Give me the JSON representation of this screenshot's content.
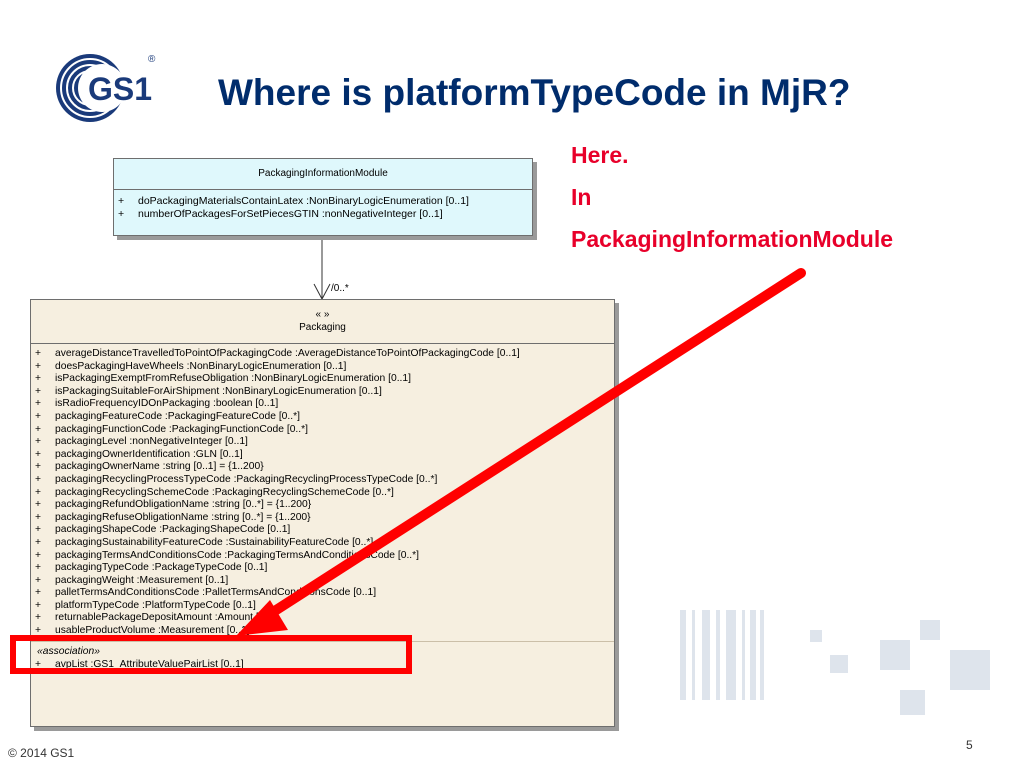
{
  "logo": {
    "text": "GS1",
    "registered": "®"
  },
  "slide": {
    "title": "Where is platformTypeCode in MjR?",
    "callout": [
      "Here.",
      "In",
      "PackagingInformationModule"
    ]
  },
  "pim_class": {
    "name": "PackagingInformationModule",
    "attributes": [
      {
        "vis": "+",
        "text": "doPackagingMaterialsContainLatex  :NonBinaryLogicEnumeration [0..1]"
      },
      {
        "vis": "+",
        "text": "numberOfPackagesForSetPiecesGTIN  :nonNegativeInteger [0..1]"
      }
    ]
  },
  "association": {
    "multiplicity": "/0..*"
  },
  "packaging_class": {
    "stereotype": "« »",
    "name": "Packaging",
    "attributes": [
      {
        "vis": "+",
        "text": "averageDistanceTravelledToPointOfPackagingCode  :AverageDistanceToPointOfPackagingCode [0..1]"
      },
      {
        "vis": "+",
        "text": "doesPackagingHaveWheels  :NonBinaryLogicEnumeration [0..1]"
      },
      {
        "vis": "+",
        "text": "isPackagingExemptFromRefuseObligation  :NonBinaryLogicEnumeration [0..1]"
      },
      {
        "vis": "+",
        "text": "isPackagingSuitableForAirShipment  :NonBinaryLogicEnumeration [0..1]"
      },
      {
        "vis": "+",
        "text": "isRadioFrequencyIDOnPackaging  :boolean [0..1]"
      },
      {
        "vis": "+",
        "text": "packagingFeatureCode  :PackagingFeatureCode [0..*]"
      },
      {
        "vis": "+",
        "text": "packagingFunctionCode  :PackagingFunctionCode [0..*]"
      },
      {
        "vis": "+",
        "text": "packagingLevel  :nonNegativeInteger [0..1]"
      },
      {
        "vis": "+",
        "text": "packagingOwnerIdentification  :GLN [0..1]"
      },
      {
        "vis": "+",
        "text": "packagingOwnerName  :string [0..1] = {1..200}"
      },
      {
        "vis": "+",
        "text": "packagingRecyclingProcessTypeCode  :PackagingRecyclingProcessTypeCode [0..*]"
      },
      {
        "vis": "+",
        "text": "packagingRecyclingSchemeCode  :PackagingRecyclingSchemeCode [0..*]"
      },
      {
        "vis": "+",
        "text": "packagingRefundObligationName  :string [0..*] = {1..200}"
      },
      {
        "vis": "+",
        "text": "packagingRefuseObligationName  :string [0..*] = {1..200}"
      },
      {
        "vis": "+",
        "text": "packagingShapeCode  :PackagingShapeCode [0..1]"
      },
      {
        "vis": "+",
        "text": "packagingSustainabilityFeatureCode  :SustainabilityFeatureCode [0..*]"
      },
      {
        "vis": "+",
        "text": "packagingTermsAndConditionsCode  :PackagingTermsAndConditionsCode [0..*]"
      },
      {
        "vis": "+",
        "text": "packagingTypeCode  :PackageTypeCode [0..1]"
      },
      {
        "vis": "+",
        "text": "packagingWeight  :Measurement [0..1]"
      },
      {
        "vis": "+",
        "text": "palletTermsAndConditionsCode  :PalletTermsAndConditionsCode [0..1]"
      },
      {
        "vis": "+",
        "text": "platformTypeCode  :PlatformTypeCode [0..1]"
      },
      {
        "vis": "+",
        "text": "returnablePackageDepositAmount  :Amount [0..*]"
      },
      {
        "vis": "+",
        "text": "usableProductVolume  :Measurement [0..1]"
      }
    ],
    "association_label": "«association»",
    "association_attributes": [
      {
        "vis": "+",
        "text": "avpList  :GS1_AttributeValuePairList [0..1]"
      }
    ]
  },
  "footer": {
    "copyright": "© 2014 GS1",
    "page_number": "5"
  },
  "colors": {
    "title": "#002c6c",
    "callout": "#e8002a",
    "arrow": "#ff0000",
    "pim_fill": "#dff8fc",
    "packaging_fill": "#f6efe0"
  }
}
